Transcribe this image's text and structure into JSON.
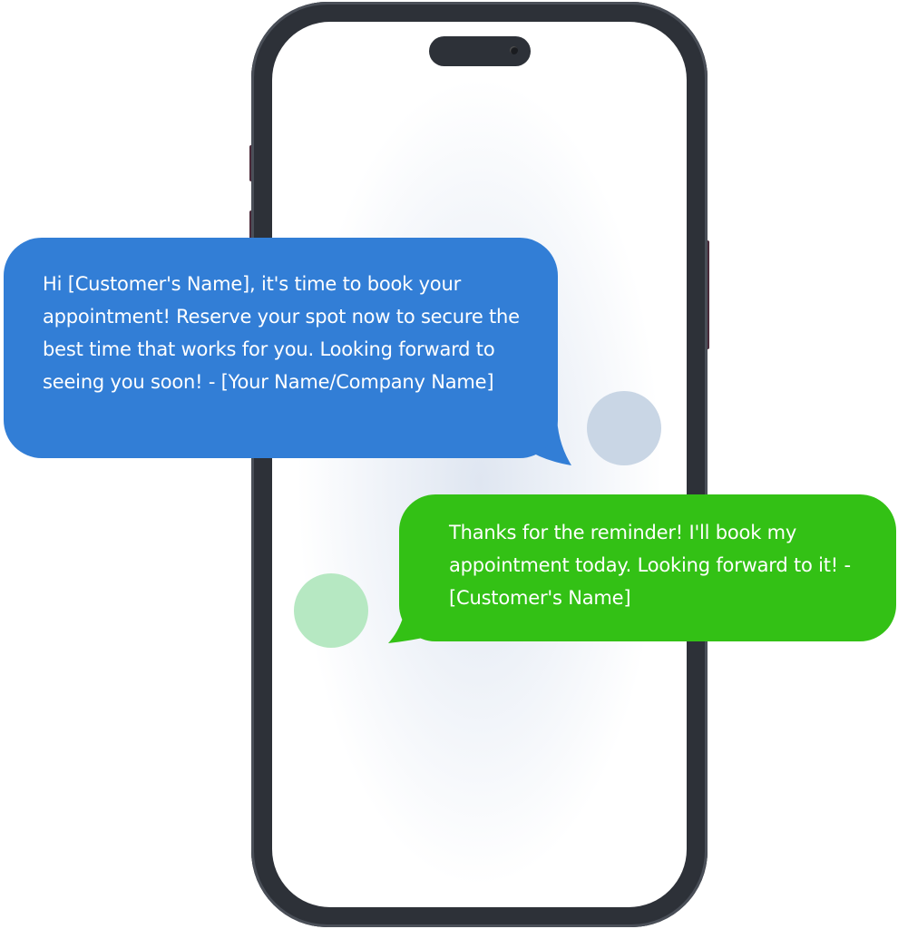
{
  "messages": [
    {
      "sender": "business",
      "text": "Hi [Customer's Name], it's time to book your appointment! Reserve your spot now to secure the best time that works for you. Looking forward to seeing you soon! - [Your Name/Company Name]",
      "color": "#327ed6"
    },
    {
      "sender": "customer",
      "text": "Thanks for the reminder! I'll book my appointment today. Looking forward to it! - [Customer's Name]",
      "color": "#33c115"
    }
  ],
  "decor": {
    "blue_circle_color": "#c9d6e5",
    "green_circle_color": "#b6e8c2",
    "phone_color": "#2d3138"
  }
}
